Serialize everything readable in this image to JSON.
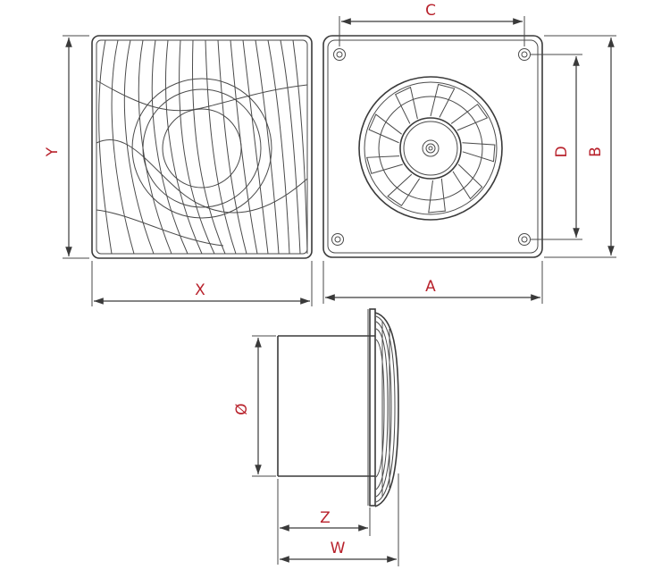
{
  "labels": {
    "x": "X",
    "y": "Y",
    "a": "A",
    "b": "B",
    "c": "C",
    "d": "D",
    "diameter": "Ø",
    "z": "Z",
    "w": "W"
  },
  "colors": {
    "label": "#b8222c",
    "line": "#3a3a3a"
  }
}
